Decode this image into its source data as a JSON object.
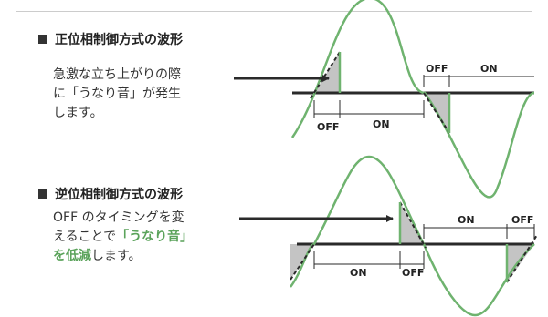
{
  "colors": {
    "sine": "#6fb36f",
    "line": "#2a2a2a",
    "shade": "#c4c4c4",
    "accent": "#5ba35b"
  },
  "forward": {
    "title": "正位相制御方式の波形",
    "desc": "急激な立ち上がりの際\nに「うなり音」が発生\nします。",
    "labels": {
      "off1": "OFF",
      "on1": "ON",
      "off2": "OFF",
      "on2": "ON"
    }
  },
  "reverse": {
    "title": "逆位相制御方式の波形",
    "desc_prefix": "OFF のタイミングを変\nえることで",
    "desc_highlight": "「うなり音」\nを低減",
    "desc_suffix": "します。",
    "labels": {
      "on1": "ON",
      "off1": "OFF",
      "on2": "ON",
      "off2": "OFF"
    }
  }
}
